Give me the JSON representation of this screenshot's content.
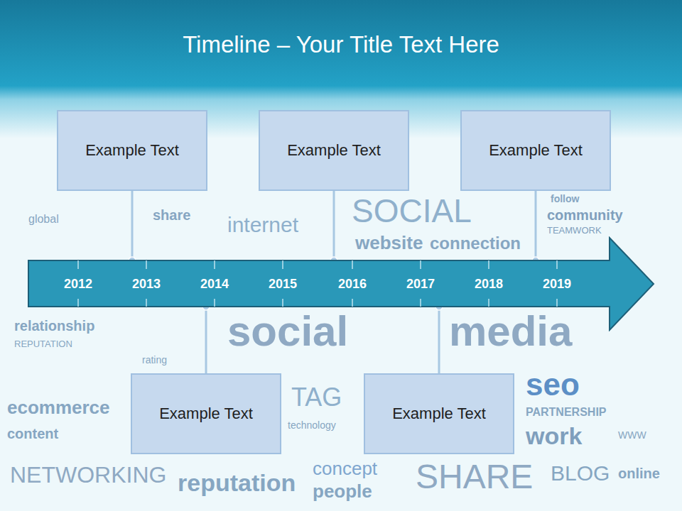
{
  "diagram": {
    "title": "Timeline – Your Title Text Here",
    "nodes": [
      {
        "text": [
          "Example Text"
        ]
      },
      {
        "text": [
          "Example Text"
        ]
      },
      {
        "text": [
          "Example Text"
        ]
      },
      {
        "text": [
          "2012",
          "2013",
          "2014",
          "2015",
          "2016",
          "2017",
          "2018",
          "2019"
        ]
      },
      {
        "text": [
          "Example Text"
        ]
      },
      {
        "text": [
          "Example Text"
        ]
      }
    ],
    "edges": [
      {
        "from": 0,
        "to": 3,
        "arrow": "none"
      },
      {
        "from": 1,
        "to": 3,
        "arrow": "none"
      },
      {
        "from": 2,
        "to": 3,
        "arrow": "none"
      },
      {
        "from": 4,
        "to": 3,
        "arrow": "none"
      },
      {
        "from": 5,
        "to": 3,
        "arrow": "none"
      }
    ],
    "labels": [
      "SOCIAL",
      "website",
      "connection",
      "follow",
      "community",
      "TEAMWORK",
      "share",
      "internet",
      "global",
      "social",
      "media",
      "relationship",
      "REPUTATION",
      "rating",
      "seo",
      "PARTNERSHIP",
      "work",
      "WWW",
      "ecommerce",
      "content",
      "TAG",
      "technology",
      "NETWORKING",
      "reputation",
      "concept",
      "people",
      "SHARE",
      "BLOG",
      "online"
    ]
  }
}
